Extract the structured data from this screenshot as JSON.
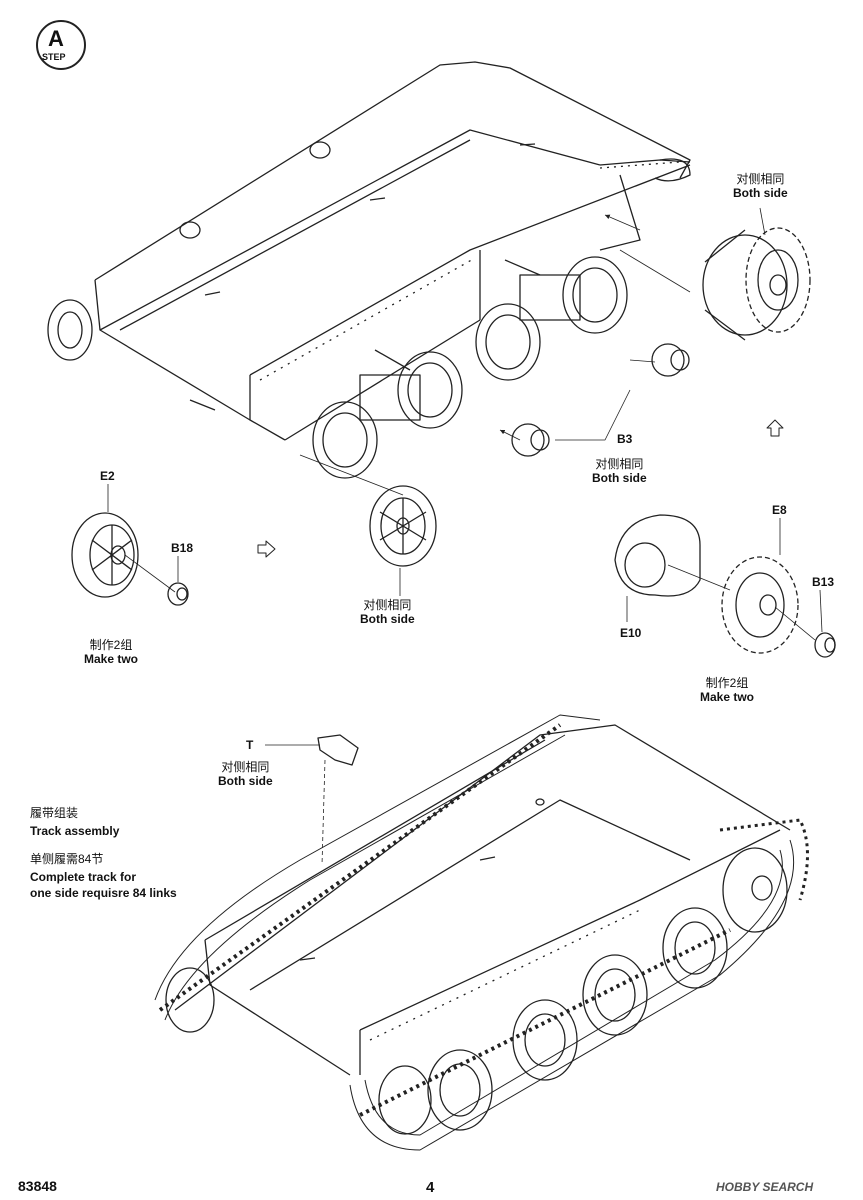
{
  "step": {
    "letter": "A",
    "label": "STEP"
  },
  "labels": {
    "both_side_zh": "对侧相同",
    "both_side_en": "Both side",
    "make_two_zh": "制作2组",
    "make_two_en": "Make two",
    "track_assembly_zh": "履带组装",
    "track_assembly_en": "Track assembly",
    "complete_track_zh": "单侧履需84节",
    "complete_track_en1": "Complete track for",
    "complete_track_en2": "one side requisre 84 links"
  },
  "parts": {
    "E2": "E2",
    "B18": "B18",
    "B3": "B3",
    "E8": "E8",
    "E10": "E10",
    "B13": "B13",
    "T": "T"
  },
  "footer": {
    "kit_number": "83848",
    "page_number": "4",
    "watermark": "HOBBY SEARCH"
  }
}
